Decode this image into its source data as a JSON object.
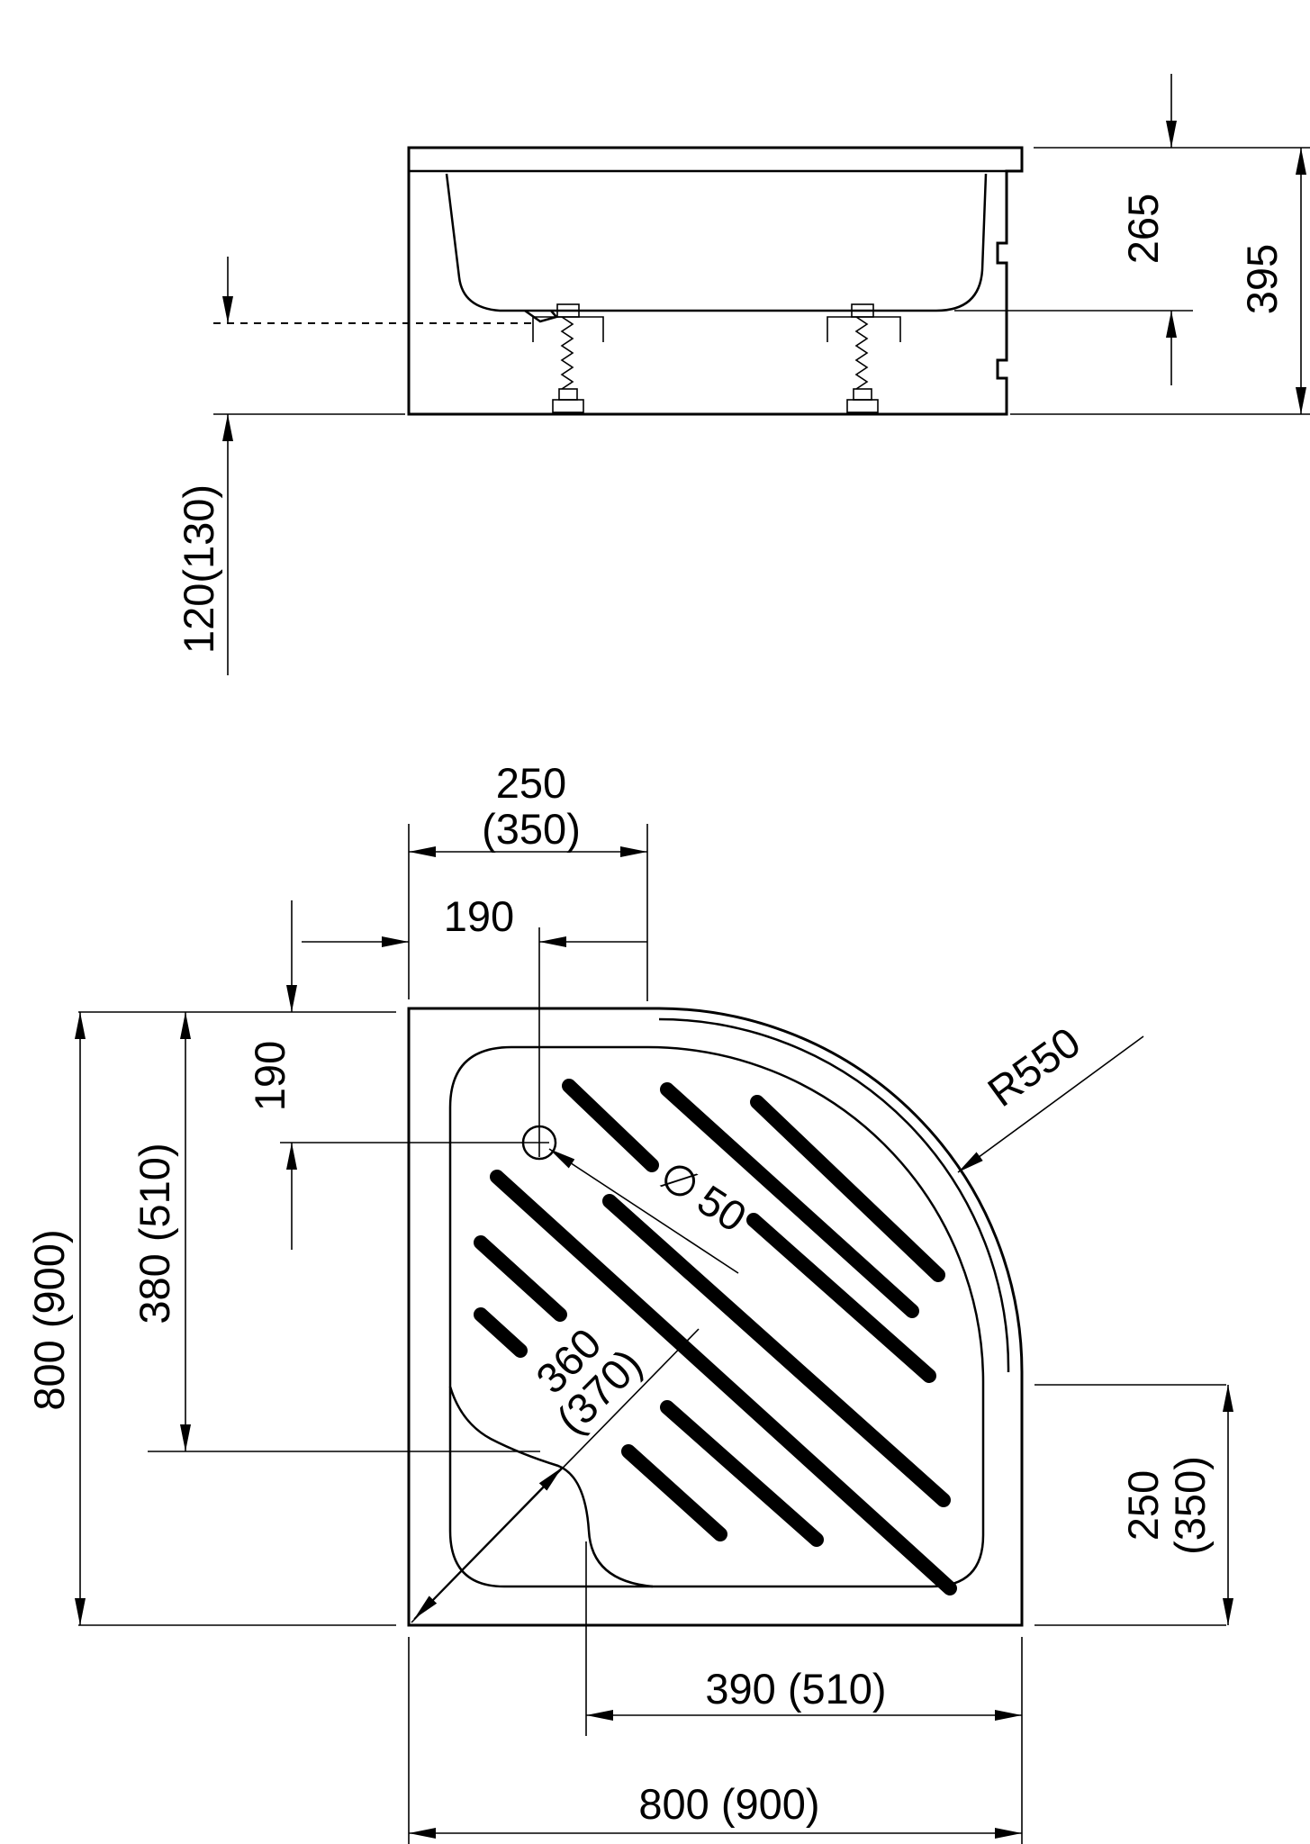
{
  "side_view": {
    "height_pan": "265",
    "height_total": "395",
    "feet_height": "120(130)"
  },
  "top_view": {
    "waste_offset_x_top": "250",
    "waste_offset_x_bottom": "(350)",
    "drain_x": "190",
    "drain_y": "190",
    "drain_diameter": "50",
    "diameter_symbol": "∅",
    "radius": "R550",
    "side_height": "800 (900)",
    "inner_height": "380 (510)",
    "diag_top": "360",
    "diag_bottom": "(370)",
    "right_offset_top": "250",
    "right_offset_bottom": "(350)",
    "inner_width": "390 (510)",
    "side_width": "800 (900)"
  }
}
